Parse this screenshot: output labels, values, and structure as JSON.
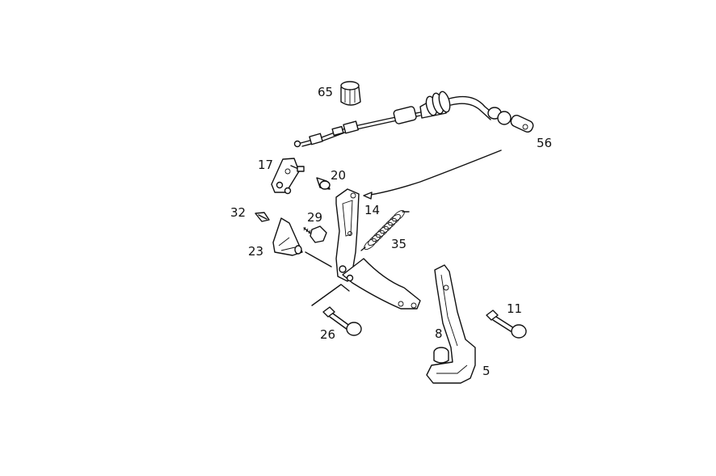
{
  "diagram": {
    "callouts": {
      "c65": "65",
      "c56": "56",
      "c17": "17",
      "c20": "20",
      "c14": "14",
      "c32": "32",
      "c29": "29",
      "c35": "35",
      "c23": "23",
      "c11": "11",
      "c26": "26",
      "c8": "8",
      "c5": "5"
    }
  }
}
